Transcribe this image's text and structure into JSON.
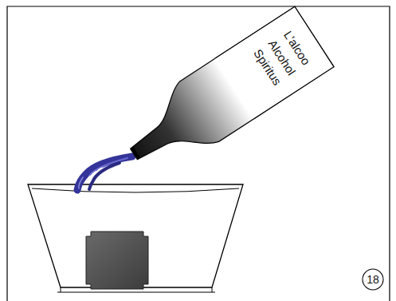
{
  "diagram": {
    "labels": [
      "Spiritus",
      "Alcohol",
      "L'alcoo",
      "18"
    ]
  }
}
